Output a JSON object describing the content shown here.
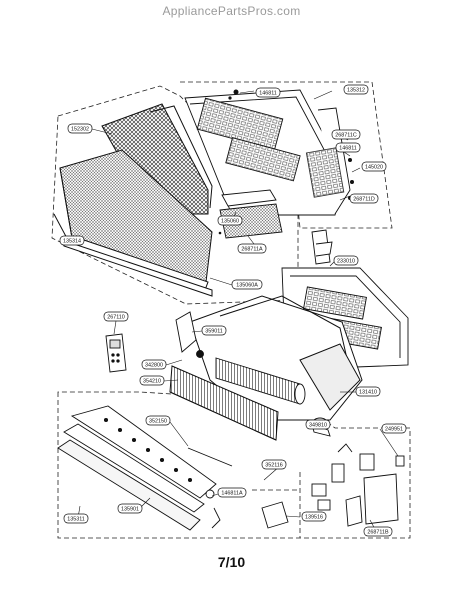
{
  "header": {
    "watermark": "AppliancePartsPros.com"
  },
  "page": {
    "number": "7/10"
  },
  "callouts": {
    "c135312": "135312",
    "c146811_top": "146811",
    "c268711c": "268711C",
    "c146811_mid": "146811",
    "c145020": "145020",
    "c268711d": "268711D",
    "c152302": "152302",
    "c135060": "135060",
    "c268711a": "268711A",
    "c135314": "135314",
    "c135060a": "135060A",
    "c233010": "233010",
    "c267110": "267110",
    "c359011": "359011",
    "c342800": "342800",
    "c354210": "354210",
    "c131410": "131410",
    "c349810": "349810",
    "c352150": "352150",
    "c249951": "249951",
    "c352116": "352116",
    "c146811_bot": "146811A",
    "c135311": "135311",
    "c135901": "135901",
    "c139516": "139516",
    "c268711b": "268711B"
  }
}
